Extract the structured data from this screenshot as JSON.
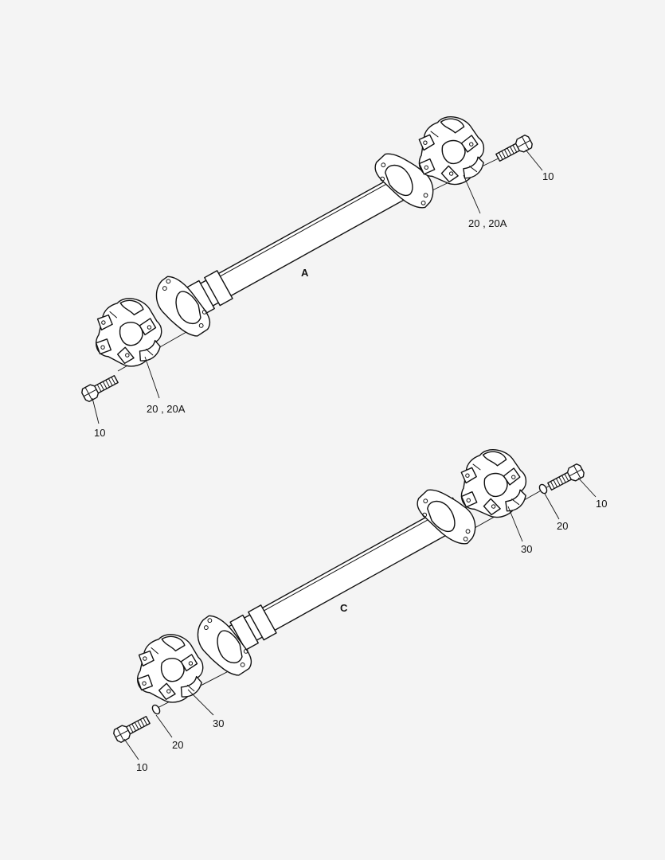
{
  "assemblies": [
    {
      "label": "A",
      "callouts": {
        "upper_bolt": "10",
        "upper_spider": "20 , 20A",
        "lower_spider": "20 , 20A",
        "lower_bolt": "10"
      }
    },
    {
      "label": "C",
      "callouts": {
        "upper_bolt": "10",
        "upper_washer": "20",
        "upper_spider": "30",
        "lower_spider": "30",
        "lower_washer": "20",
        "lower_bolt": "10"
      }
    }
  ]
}
